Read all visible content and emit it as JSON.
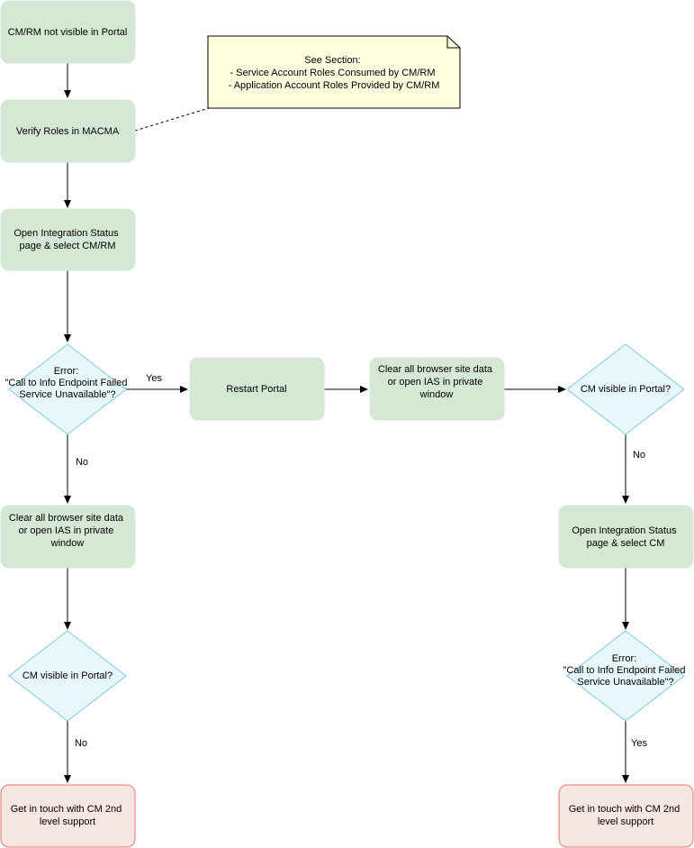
{
  "colors": {
    "process_fill": "#d5e8d4",
    "decision_fill": "#e8f7f9",
    "decision_stroke": "#7ec9e0",
    "end_fill": "#f8e6e3",
    "end_stroke": "#e8756b",
    "note_fill": "#ffffe0",
    "edge": "#000000"
  },
  "nodes": {
    "start": "CM/RM not visible in Portal",
    "verify_roles": "Verify Roles in MACMA",
    "note": {
      "lines": [
        "See Section:",
        "- Service Account Roles Consumed by CM/RM",
        "- Application Account Roles Provided by CM/RM"
      ]
    },
    "open_status_cmrm": {
      "lines": [
        "Open Integration Status",
        "page & select CM/RM"
      ]
    },
    "error_decision_left": {
      "lines": [
        "Error:",
        "\"Call to Info Endpoint Failed",
        "Service Unavailable\"?"
      ]
    },
    "restart_portal": "Restart Portal",
    "clear_browser_mid": {
      "lines": [
        "Clear all browser site data",
        "or open IAS in private",
        "window"
      ]
    },
    "cm_visible_right": "CM visible in Portal?",
    "clear_browser_left": {
      "lines": [
        "Clear all browser site data",
        "or open IAS in private",
        "window"
      ]
    },
    "open_status_cm": {
      "lines": [
        "Open Integration Status",
        "page & select CM"
      ]
    },
    "cm_visible_left": "CM visible in Portal?",
    "error_decision_right": {
      "lines": [
        "Error:",
        "\"Call to Info Endpoint Failed",
        "Service Unavailable\"?"
      ]
    },
    "support_left": {
      "lines": [
        "Get in touch with CM 2nd",
        "level support"
      ]
    },
    "support_right": {
      "lines": [
        "Get in touch with CM 2nd",
        "level support"
      ]
    }
  },
  "edge_labels": {
    "yes_restart": "Yes",
    "no_left_clear": "No",
    "no_right_open": "No",
    "no_left_support": "No",
    "yes_right_support": "Yes"
  }
}
